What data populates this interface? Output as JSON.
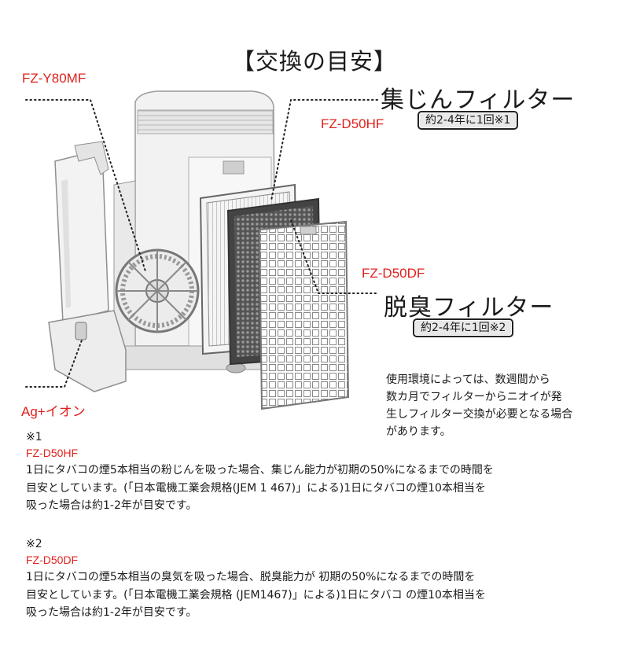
{
  "title": "【交換の目安】",
  "labels": {
    "humidify_model": "FZ-Y80MF",
    "dust_model": "FZ-D50HF",
    "dust_name": "集じんフィルター",
    "dust_interval": "約2-4年に1回※1",
    "deodor_model": "FZ-D50DF",
    "deodor_name": "脱臭フィルター",
    "deodor_interval": "約2-4年に1回※2",
    "ion": "Ag+イオン"
  },
  "usage_note": [
    "使用環境によっては、数週間から",
    "数カ月でフィルターからニオイが発",
    "生しフィルター交換が必要となる場合",
    "があります。"
  ],
  "footnotes": [
    {
      "mark": "※1",
      "model": "FZ-D50HF",
      "lines": [
        "1日にタバコの煙5本相当の粉じんを吸った場合、集じん能力が初期の50%になるまでの時間を",
        "目安としています。(「日本電機工業会規格(JEM 1 467)」による)1日にタバコの煙10本相当を",
        "吸った場合は約1-2年が目安です。"
      ]
    },
    {
      "mark": "※2",
      "model": "FZ-D50DF",
      "lines": [
        "1日にタバコの煙5本相当の臭気を吸った場合、脱臭能力が 初期の50%になるまでの時間を",
        "目安としています。(「日本電機工業会規格 (JEM1467)」による)1日にタバコ の煙10本相当を",
        "吸った場合は約1-2年が目安です。"
      ]
    }
  ]
}
